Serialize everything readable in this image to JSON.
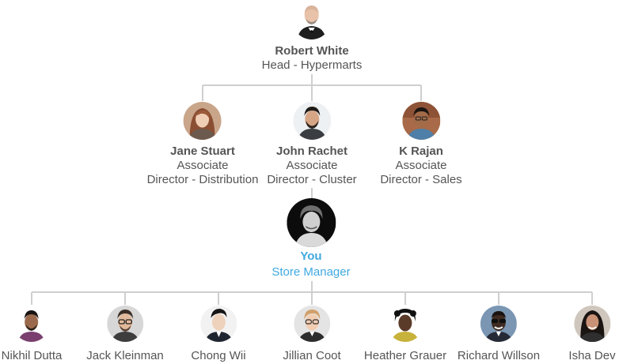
{
  "colors": {
    "connector": "#cfcfcf",
    "text": "#555555",
    "highlight": "#3fa9e0"
  },
  "head": {
    "name": "Robert White",
    "title": "Head - Hypermarts",
    "avatar": "person-avatar"
  },
  "directors": [
    {
      "name": "Jane Stuart",
      "title_line1": "Associate",
      "title_line2": "Director - Distribution",
      "avatar": "person-avatar"
    },
    {
      "name": "John Rachet",
      "title_line1": "Associate",
      "title_line2": "Director - Cluster",
      "avatar": "person-avatar"
    },
    {
      "name": "K Rajan",
      "title_line1": "Associate",
      "title_line2": "Director - Sales",
      "avatar": "person-avatar"
    }
  ],
  "you": {
    "name": "You",
    "title": "Store Manager",
    "avatar": "person-avatar"
  },
  "reports": [
    {
      "name": "Nikhil Dutta"
    },
    {
      "name": "Jack Kleinman"
    },
    {
      "name": "Chong Wii"
    },
    {
      "name": "Jillian Coot"
    },
    {
      "name": "Heather Grauer"
    },
    {
      "name": "Richard Willson"
    },
    {
      "name": "Isha Dev"
    }
  ]
}
